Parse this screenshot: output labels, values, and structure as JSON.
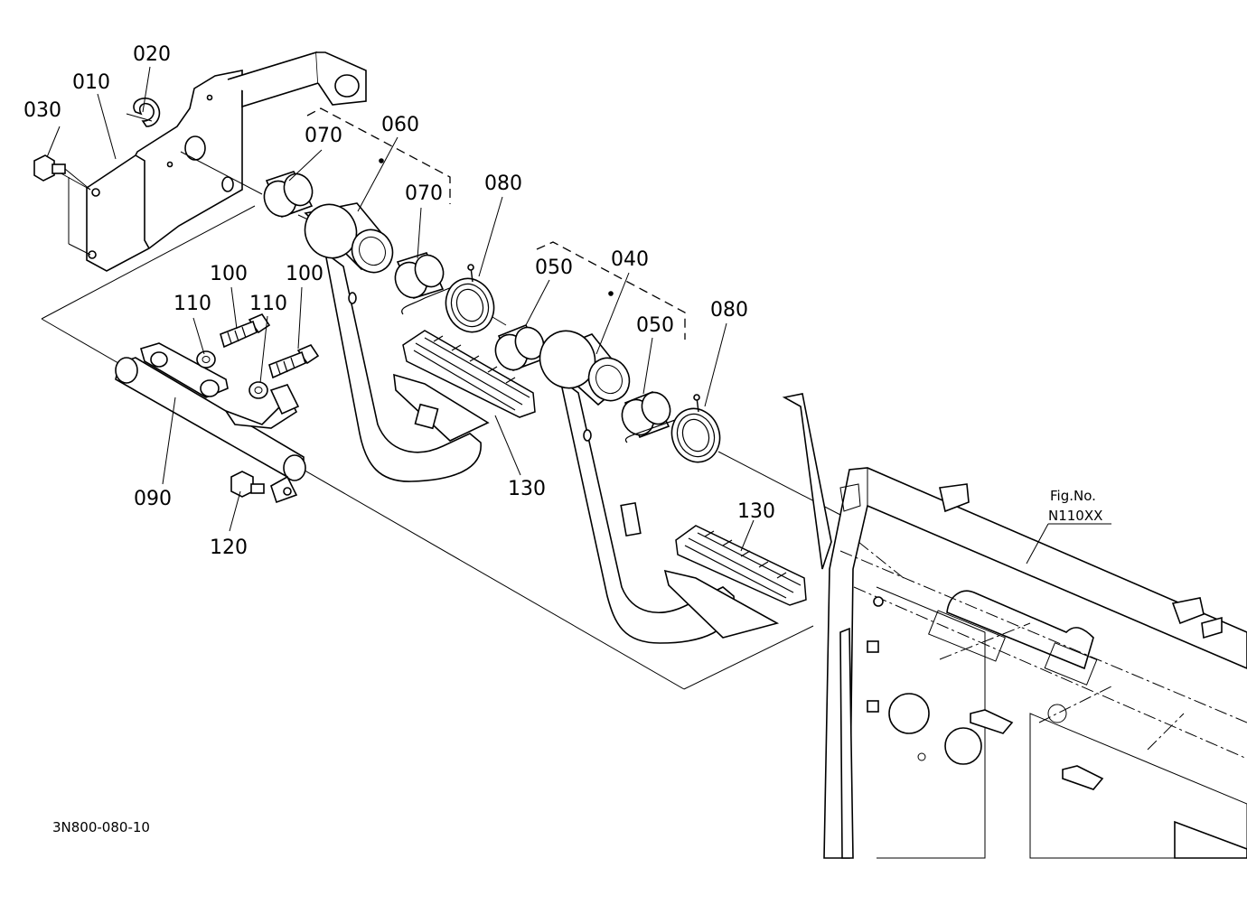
{
  "labels": {
    "p010": "010",
    "p020": "020",
    "p030": "030",
    "p040": "040",
    "p050a": "050",
    "p050b": "050",
    "p060": "060",
    "p070a": "070",
    "p070b": "070",
    "p080a": "080",
    "p080b": "080",
    "p090": "090",
    "p100a": "100",
    "p100b": "100",
    "p110a": "110",
    "p110b": "110",
    "p120": "120",
    "p130a": "130",
    "p130b": "130"
  },
  "figref": {
    "line1": "Fig.No.",
    "line2": "N110XX"
  },
  "drawing_code": "3N800-080-10"
}
